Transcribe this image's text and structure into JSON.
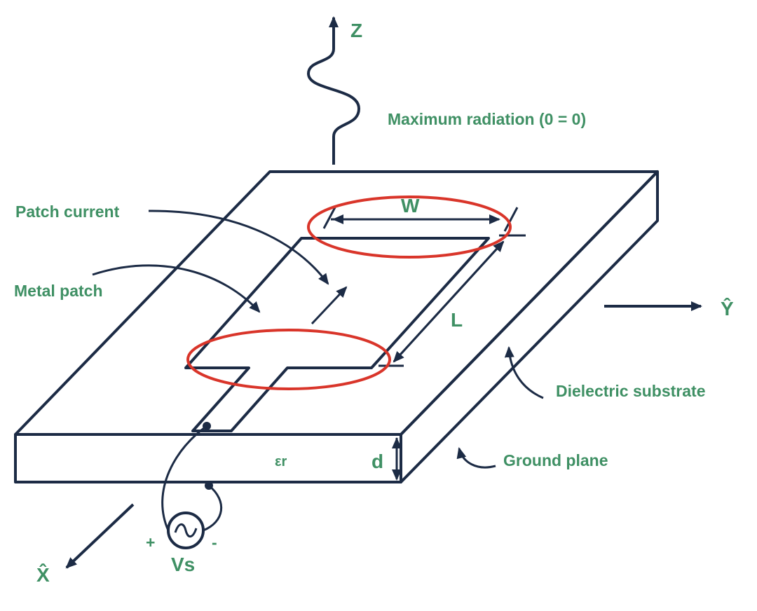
{
  "title": "Microstrip patch antenna",
  "labels": {
    "z_axis": "Z",
    "y_axis": "Ŷ",
    "x_axis": "X̂",
    "max_radiation": "Maximum radiation (0 = 0)",
    "patch_current": "Patch current",
    "metal_patch": "Metal patch",
    "width": "W",
    "length": "L",
    "dielectric_substrate": "Dielectric substrate",
    "ground_plane": "Ground plane",
    "permittivity": "εr",
    "thickness": "d",
    "source": "Vs",
    "plus": "+",
    "minus": "-"
  },
  "colors": {
    "line": "#1c2b45",
    "label": "#3f9064",
    "highlight": "#d9352a"
  }
}
